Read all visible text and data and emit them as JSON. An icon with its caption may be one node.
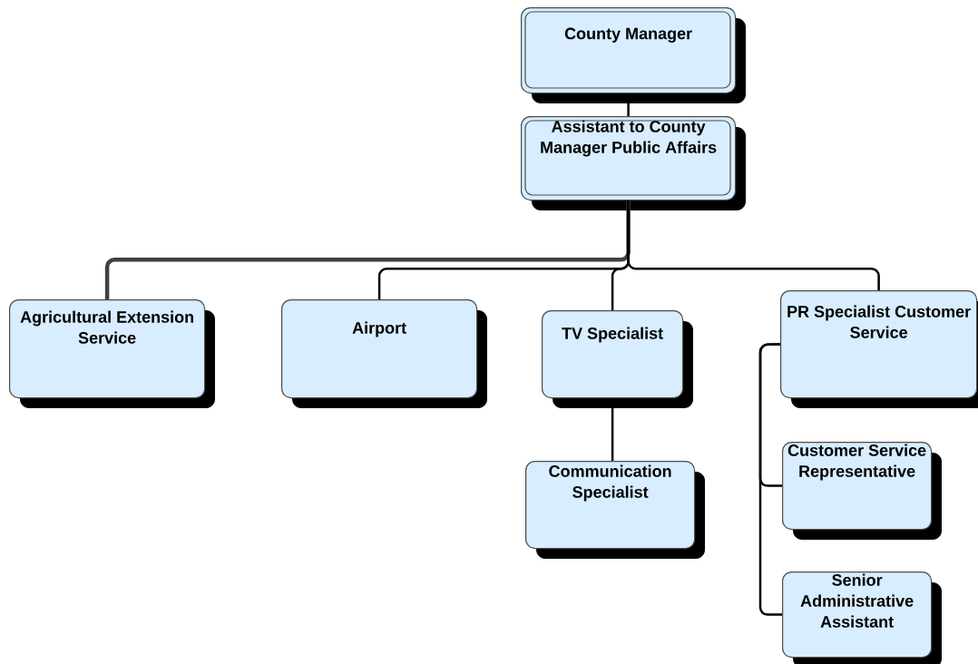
{
  "diagram": {
    "nodes": [
      {
        "text": [
          "County Manager"
        ]
      },
      {
        "text": [
          "Assistant to County Manager Public Affairs"
        ]
      },
      {
        "text": [
          "Agricultural Extension Service"
        ]
      },
      {
        "text": [
          "Airport"
        ]
      },
      {
        "text": [
          "TV Specialist"
        ]
      },
      {
        "text": [
          "PR Specialist Customer Service"
        ]
      },
      {
        "text": [
          "Communication Specialist"
        ]
      },
      {
        "text": [
          "Customer Service Representative"
        ]
      },
      {
        "text": [
          "Senior Administrative Assistant"
        ]
      }
    ],
    "edges": [
      {
        "from": 0,
        "to": 1,
        "arrow": "none"
      },
      {
        "from": 1,
        "to": 2,
        "arrow": "none",
        "style": "thick",
        "color": "#404040"
      },
      {
        "from": 1,
        "to": 3,
        "arrow": "none"
      },
      {
        "from": 1,
        "to": 4,
        "arrow": "none"
      },
      {
        "from": 1,
        "to": 5,
        "arrow": "none"
      },
      {
        "from": 4,
        "to": 6,
        "arrow": "none"
      },
      {
        "from": 5,
        "to": 7,
        "arrow": "none"
      },
      {
        "from": 5,
        "to": 8,
        "arrow": "none"
      }
    ]
  }
}
